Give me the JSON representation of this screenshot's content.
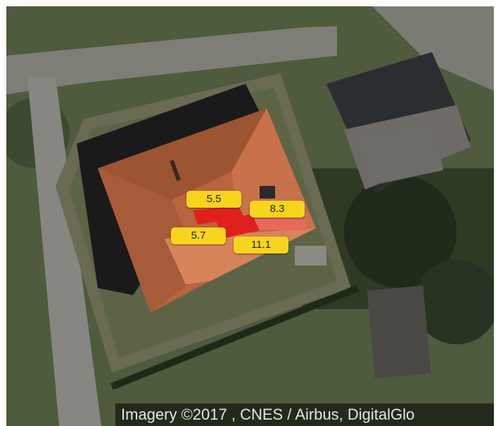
{
  "map": {
    "attribution": "Imagery ©2017 , CNES / Airbus, DigitalGlo"
  },
  "segments": [
    {
      "value": "5.5"
    },
    {
      "value": "8.3"
    },
    {
      "value": "5.7"
    },
    {
      "value": "11.1"
    }
  ],
  "colors": {
    "label_bg": "#f7d51d",
    "panel_red": "#e0201c",
    "roof": "#b8653f"
  }
}
